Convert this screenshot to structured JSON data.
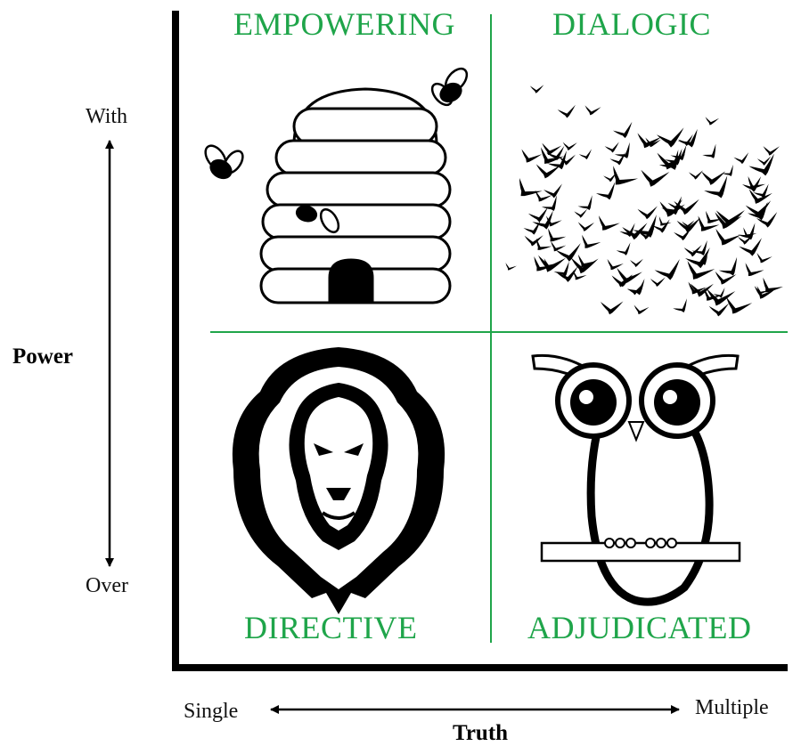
{
  "quadrants": {
    "top_left": "EMPOWERING",
    "top_right": "DIALOGIC",
    "bottom_left": "DIRECTIVE",
    "bottom_right": "ADJUDICATED"
  },
  "y_axis": {
    "title": "Power",
    "top_label": "With",
    "bottom_label": "Over"
  },
  "x_axis": {
    "title": "Truth",
    "left_label": "Single",
    "right_label": "Multiple"
  },
  "colors": {
    "accent": "#1fa54a",
    "ink": "#000000"
  }
}
